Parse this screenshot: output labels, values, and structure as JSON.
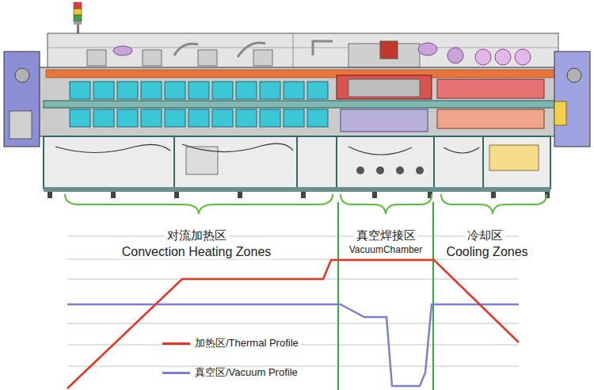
{
  "diagram": {
    "labels": [
      "对流加热区",
      "Convection Heating Zones",
      "真空焊接区",
      "VacuumChamber",
      "冷却区",
      "Cooling Zones"
    ],
    "legend": [
      {
        "text": "加热区/Thermal Profile"
      },
      {
        "text": "真空区/Vacuum Profile"
      }
    ]
  }
}
